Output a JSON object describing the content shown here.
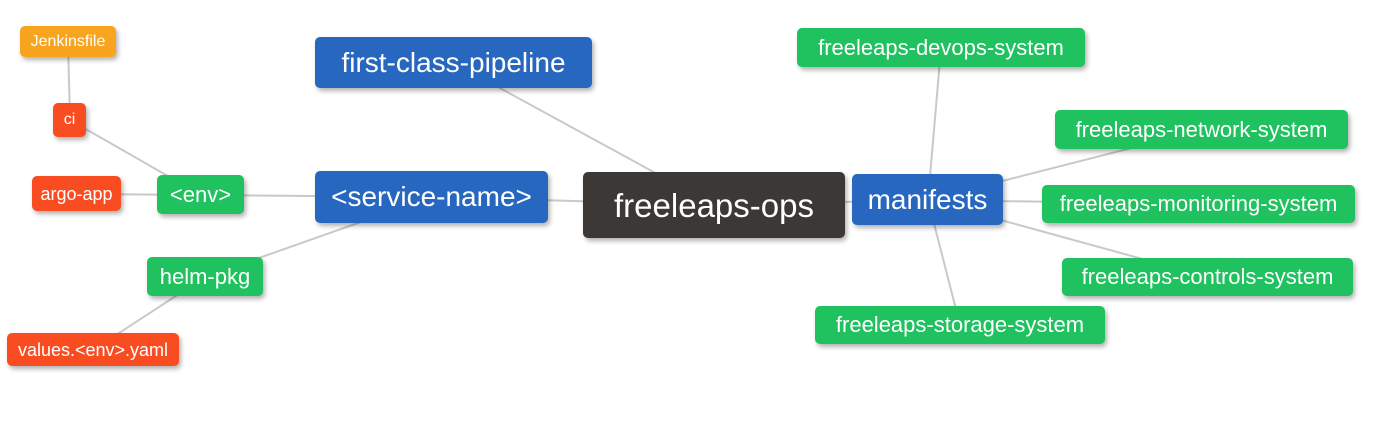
{
  "diagram": {
    "type": "mindmap",
    "root": "freeleaps-ops"
  },
  "palette": {
    "root_node_bg": "#3C3836",
    "branch_node_bg": "#2767BF",
    "green_node_bg": "#20C15F",
    "red_node_bg": "#F94D21",
    "orange_node_bg": "#F8A41E",
    "node_text": "#FFFFFF",
    "edge_line": "#C9C9C9",
    "background": "#FFFFFF"
  },
  "nodes": {
    "freeleaps_ops": {
      "label": "freeleaps-ops",
      "color": "#3C3836"
    },
    "first_class_pipeline": {
      "label": "first-class-pipeline",
      "color": "#2767BF"
    },
    "service_name": {
      "label": "<service-name>",
      "color": "#2767BF"
    },
    "manifests": {
      "label": "manifests",
      "color": "#2767BF"
    },
    "env": {
      "label": "<env>",
      "color": "#20C15F"
    },
    "helm_pkg": {
      "label": "helm-pkg",
      "color": "#20C15F"
    },
    "ci": {
      "label": "ci",
      "color": "#F94D21"
    },
    "argo_app": {
      "label": "argo-app",
      "color": "#F94D21"
    },
    "jenkinsfile": {
      "label": "Jenkinsfile",
      "color": "#F8A41E"
    },
    "values_env_yaml": {
      "label": "values.<env>.yaml",
      "color": "#F94D21"
    },
    "devops_system": {
      "label": "freeleaps-devops-system",
      "color": "#20C15F"
    },
    "network_system": {
      "label": "freeleaps-network-system",
      "color": "#20C15F"
    },
    "monitoring_system": {
      "label": "freeleaps-monitoring-system",
      "color": "#20C15F"
    },
    "controls_system": {
      "label": "freeleaps-controls-system",
      "color": "#20C15F"
    },
    "storage_system": {
      "label": "freeleaps-storage-system",
      "color": "#20C15F"
    }
  },
  "edges": [
    [
      "jenkinsfile",
      "ci"
    ],
    [
      "ci",
      "env"
    ],
    [
      "argo_app",
      "env"
    ],
    [
      "env",
      "service_name"
    ],
    [
      "helm_pkg",
      "service_name"
    ],
    [
      "values_env_yaml",
      "helm_pkg"
    ],
    [
      "first_class_pipeline",
      "freeleaps_ops"
    ],
    [
      "service_name",
      "freeleaps_ops"
    ],
    [
      "freeleaps_ops",
      "manifests"
    ],
    [
      "manifests",
      "devops_system"
    ],
    [
      "manifests",
      "network_system"
    ],
    [
      "manifests",
      "monitoring_system"
    ],
    [
      "manifests",
      "controls_system"
    ],
    [
      "manifests",
      "storage_system"
    ]
  ]
}
